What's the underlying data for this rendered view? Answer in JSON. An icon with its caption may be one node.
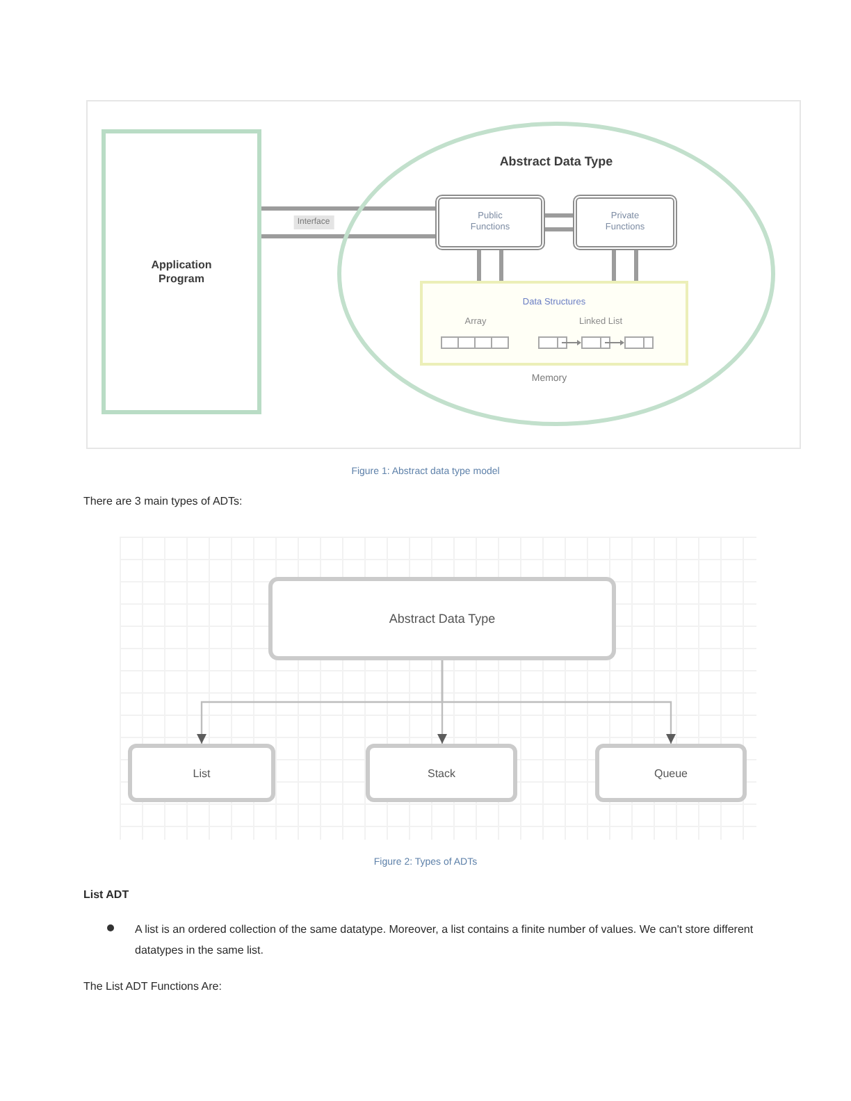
{
  "diagram": {
    "nodes": [
      {
        "text": [
          "Application Program"
        ]
      },
      {
        "text": [
          "Abstract Data Type"
        ]
      },
      {
        "text": [
          "Public Functions"
        ],
        "in": 1
      },
      {
        "text": [
          "Private Functions"
        ],
        "in": 1
      },
      {
        "text": [
          "Data Structures",
          "Array",
          "Linked List"
        ],
        "in": 1,
        "beside": [
          "Memory"
        ]
      },
      {
        "text": [
          "Abstract Data Type"
        ]
      },
      {
        "text": [
          "List"
        ]
      },
      {
        "text": [
          "Stack"
        ]
      },
      {
        "text": [
          "Queue"
        ]
      }
    ],
    "edges": [
      {
        "from": 0,
        "to": 2,
        "arrow": "none",
        "label": "Interface"
      },
      {
        "from": 2,
        "to": 3,
        "arrow": "none"
      },
      {
        "from": 2,
        "to": 4,
        "arrow": "none"
      },
      {
        "from": 3,
        "to": 4,
        "arrow": "none"
      },
      {
        "from": 5,
        "to": 6,
        "arrow": "to"
      },
      {
        "from": 5,
        "to": 7,
        "arrow": "to"
      },
      {
        "from": 5,
        "to": 8,
        "arrow": "to"
      }
    ],
    "labels": [
      "Figure 1: Abstract data type model",
      "There are 3 main types of ADTs:",
      "Figure 2: Types of ADTs",
      "List ADT",
      "A list is an ordered collection of the same datatype. Moreover, a list contains a finite number of values. We can't store different datatypes in the same list.",
      "The List ADT Functions Are:"
    ]
  }
}
